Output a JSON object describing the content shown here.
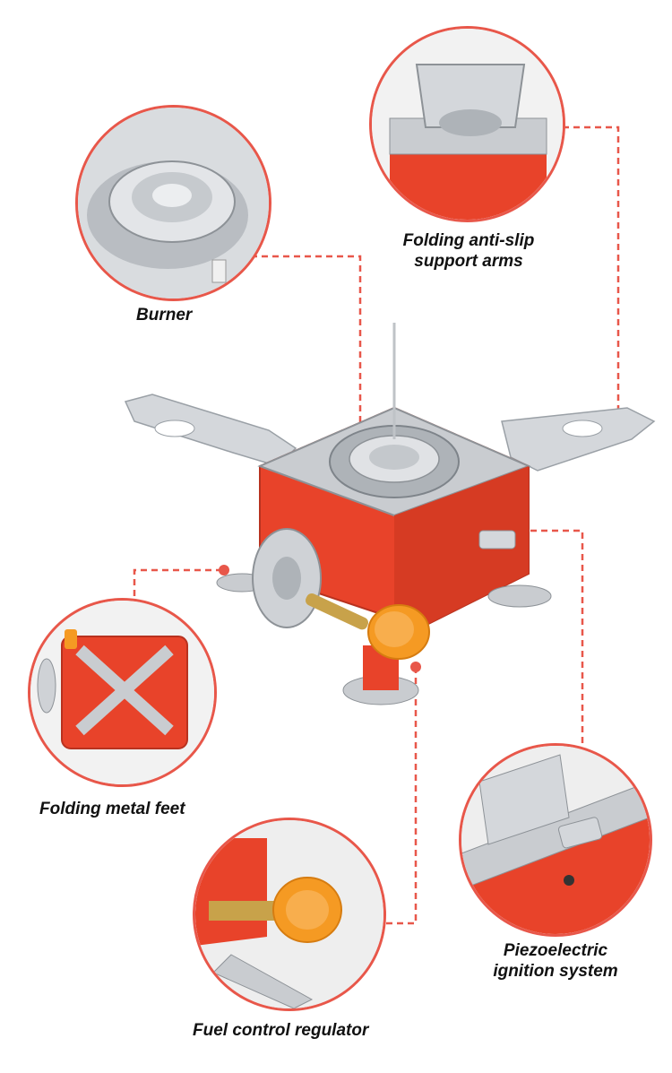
{
  "labels": {
    "burner": "Burner",
    "arms_line1": "Folding anti-slip",
    "arms_line2": "support arms",
    "feet": "Folding metal feet",
    "ignition_line1": "Piezoelectric",
    "ignition_line2": "ignition system",
    "regulator": "Fuel control regulator"
  },
  "colors": {
    "accent_line": "#e8574a",
    "stove_red": "#e8432a",
    "knob_orange": "#f59a23",
    "steel": "#c9ccd0"
  }
}
